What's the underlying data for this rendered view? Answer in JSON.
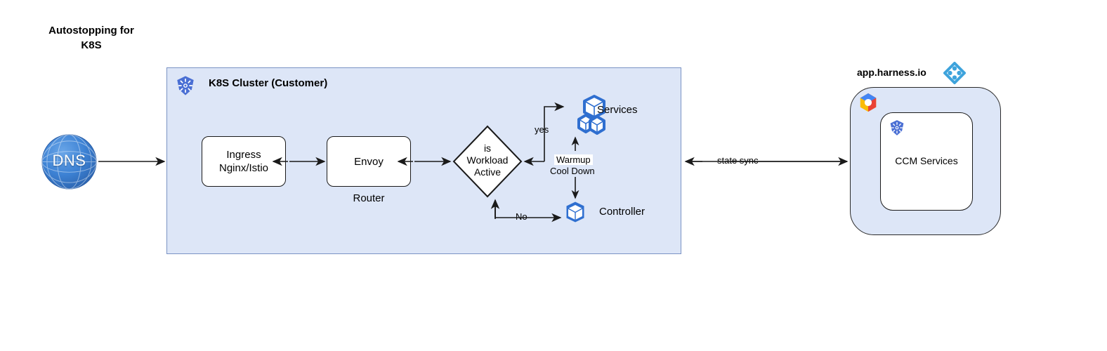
{
  "title": "Autostopping for\nK8S",
  "cluster": {
    "title": "K8S Cluster (Customer)",
    "icon": "kubernetes-icon",
    "background": "#dde6f7",
    "border": "#7b93c4"
  },
  "dns": {
    "label": "DNS",
    "icon": "globe-icon",
    "color": "#3b82d6"
  },
  "nodes": {
    "ingress": "Ingress\nNginx/Istio",
    "envoy": "Envoy",
    "router_label": "Router",
    "decision": "is\nWorkload\nActive",
    "services": "Services",
    "controller": "Controller",
    "ccm": "CCM Services"
  },
  "edges": {
    "yes": "yes",
    "no": "No",
    "warmup": "Warmup",
    "cooldown": "Cool Down",
    "state_sync": "state sync"
  },
  "harness": {
    "title": "app.harness.io",
    "logo": "harness-logo-icon",
    "cloud_icon": "google-cloud-icon",
    "k8s_icon": "kubernetes-icon",
    "accent": "#3ea3dc"
  }
}
